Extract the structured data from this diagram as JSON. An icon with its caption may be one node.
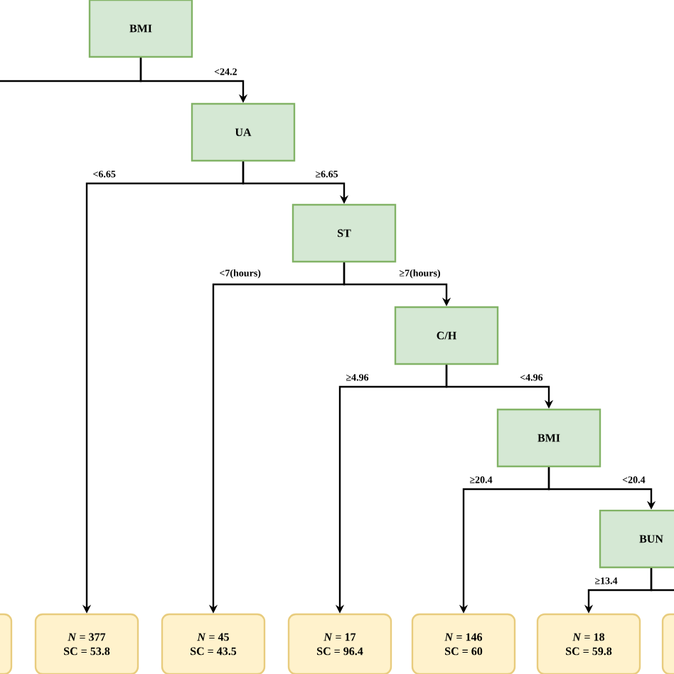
{
  "diagram": {
    "nodes": [
      {
        "text": [
          "BMI"
        ]
      },
      {
        "text": [
          "UA"
        ]
      },
      {
        "text": [
          "ST"
        ]
      },
      {
        "text": [
          "C/H"
        ]
      },
      {
        "text": [
          "BMI"
        ]
      },
      {
        "text": [
          "BUN"
        ]
      },
      {
        "text": [],
        "shape": "box"
      },
      {
        "text": [
          "*N* = 377",
          "SC = 53.8"
        ]
      },
      {
        "text": [
          "*N* = 45",
          "SC = 43.5"
        ]
      },
      {
        "text": [
          "*N* = 17",
          "SC = 96.4"
        ]
      },
      {
        "text": [
          "*N* = 146",
          "SC = 60"
        ]
      },
      {
        "text": [
          "*N* = 18",
          "SC = 59.8"
        ]
      },
      {
        "text": [],
        "shape": "box"
      }
    ],
    "edges": [
      {
        "from": 0,
        "to": 1,
        "arrow": "to",
        "label": "<24.2"
      },
      {
        "from": 0,
        "to": null,
        "arrow": "none"
      },
      {
        "from": 1,
        "to": 7,
        "arrow": "to",
        "label": "<6.65"
      },
      {
        "from": 1,
        "to": 2,
        "arrow": "to",
        "label": "≥6.65"
      },
      {
        "from": 2,
        "to": 8,
        "arrow": "to",
        "label": "<7(hours)"
      },
      {
        "from": 2,
        "to": 3,
        "arrow": "to",
        "label": "≥7(hours)"
      },
      {
        "from": 3,
        "to": 9,
        "arrow": "to",
        "label": "≥4.96"
      },
      {
        "from": 3,
        "to": 4,
        "arrow": "to",
        "label": "<4.96"
      },
      {
        "from": 4,
        "to": 10,
        "arrow": "to",
        "label": "≥20.4"
      },
      {
        "from": 4,
        "to": 5,
        "arrow": "to",
        "label": "<20.4"
      },
      {
        "from": 5,
        "to": 11,
        "arrow": "to",
        "label": "≥13.4"
      },
      {
        "from": 5,
        "to": null,
        "arrow": "none"
      }
    ]
  }
}
